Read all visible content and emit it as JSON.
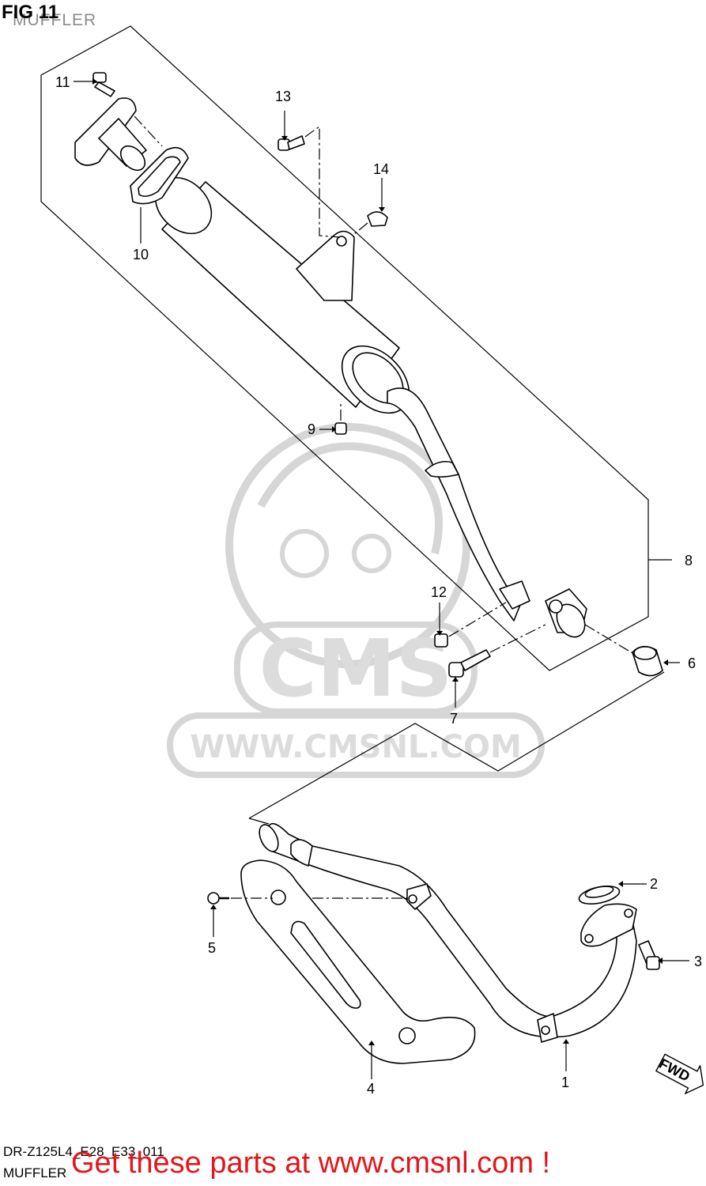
{
  "header": {
    "title": "FIG 11",
    "subtitle": "MUFFLER"
  },
  "footer": {
    "code": "DR-Z125L4_E28_E33_011",
    "label": "MUFFLER",
    "cta": "Get these parts at www.cmsnl.com !"
  },
  "watermark": {
    "brand": "CMS",
    "url": "WWW.CMSNL.COM"
  },
  "direction_badge": "FWD",
  "callouts": {
    "c1": "1",
    "c2": "2",
    "c3": "3",
    "c4": "4",
    "c5": "5",
    "c6": "6",
    "c7": "7",
    "c8": "8",
    "c9": "9",
    "c10": "10",
    "c11": "11",
    "c12": "12",
    "c13": "13",
    "c14": "14"
  }
}
